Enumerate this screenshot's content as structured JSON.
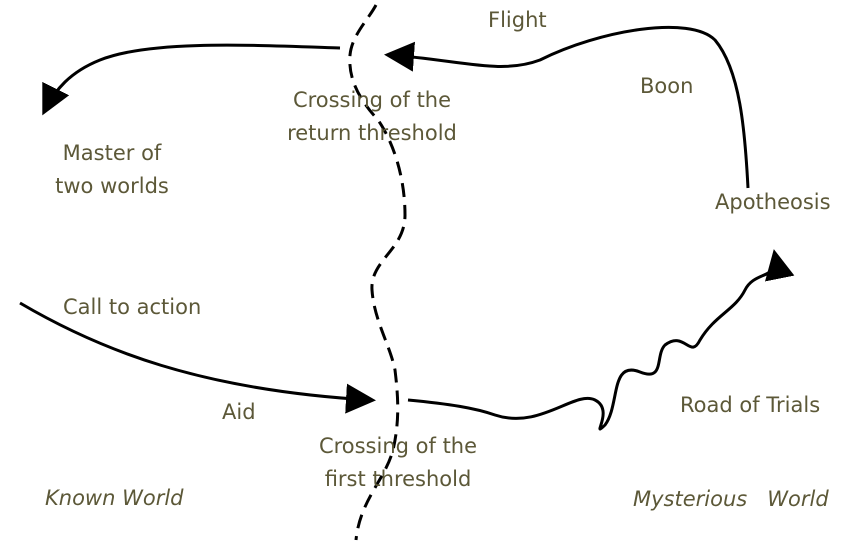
{
  "labels": {
    "flight": "Flight",
    "boon": "Boon",
    "crossing_return_line1": "Crossing of the",
    "crossing_return_line2": "return threshold",
    "master_line1": "Master of",
    "master_line2": "two worlds",
    "apotheosis": "Apotheosis",
    "call_to_action": "Call to action",
    "aid": "Aid",
    "road_of_trials": "Road of Trials",
    "crossing_first_line1": "Crossing of the",
    "crossing_first_line2": "first threshold",
    "known_world": "Known World",
    "mysterious_world": "Mysterious   World"
  },
  "colors": {
    "text": "#5c5838",
    "stroke": "#000000",
    "background": "#ffffff"
  }
}
